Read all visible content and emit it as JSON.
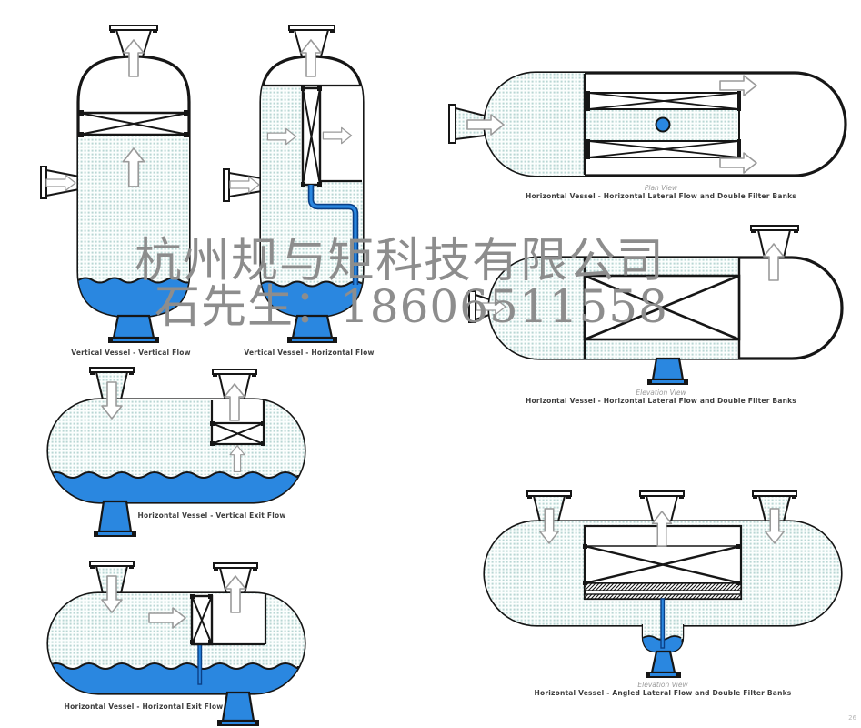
{
  "watermark": {
    "line1": "杭州规与矩科技有限公司",
    "line2": "石先生：18606511558"
  },
  "diagrams": [
    {
      "id": "vertical-vessel-vertical-flow",
      "caption": "Vertical Vessel - Vertical Flow"
    },
    {
      "id": "vertical-vessel-horizontal-flow",
      "caption": "Vertical Vessel - Horizontal Flow"
    },
    {
      "id": "plan-double-filter-banks",
      "view_label": "Plan View",
      "caption": "Horizontal Vessel - Horizontal Lateral Flow and Double Filter Banks"
    },
    {
      "id": "elevation-double-filter-banks",
      "view_label": "Elevation View",
      "caption": "Horizontal Vessel - Horizontal Lateral Flow and Double Filter Banks"
    },
    {
      "id": "horizontal-vessel-vertical-exit",
      "caption": "Horizontal Vessel - Vertical Exit Flow"
    },
    {
      "id": "horizontal-vessel-horizontal-exit",
      "caption": "Horizontal Vessel - Horizontal Exit Flow"
    },
    {
      "id": "elevation-angled-lateral-flow",
      "view_label": "Elevation View",
      "caption": "Horizontal Vessel - Angled Lateral Flow and Double Filter Banks"
    }
  ],
  "page_number": "26",
  "colors": {
    "liquid_blue": "#2a87e0",
    "pipe_dark_blue": "#0a3f85",
    "vessel_wall": "#161616",
    "dirty_gas_dot": "#b9d6d4",
    "arrow_outline": "#9a9a9a",
    "watermark_gray": "#8d8d8d"
  }
}
